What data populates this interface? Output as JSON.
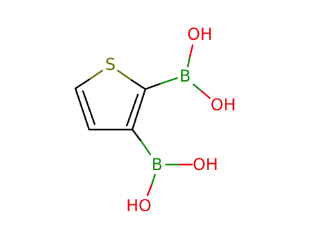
{
  "molecule": {
    "atoms": [
      {
        "id": "s1",
        "symbol": "S",
        "color": "#6b6b00"
      },
      {
        "id": "b1",
        "symbol": "B",
        "color": "#0a8a0a"
      },
      {
        "id": "oh1",
        "symbol": "OH",
        "color": "#e8000b"
      },
      {
        "id": "oh2",
        "symbol": "OH",
        "color": "#e8000b"
      },
      {
        "id": "b2",
        "symbol": "B",
        "color": "#0a8a0a"
      },
      {
        "id": "oh3",
        "symbol": "OH",
        "color": "#e8000b"
      },
      {
        "id": "oh4",
        "symbol": "HO",
        "color": "#e8000b"
      }
    ],
    "bond_color": "#000000"
  }
}
